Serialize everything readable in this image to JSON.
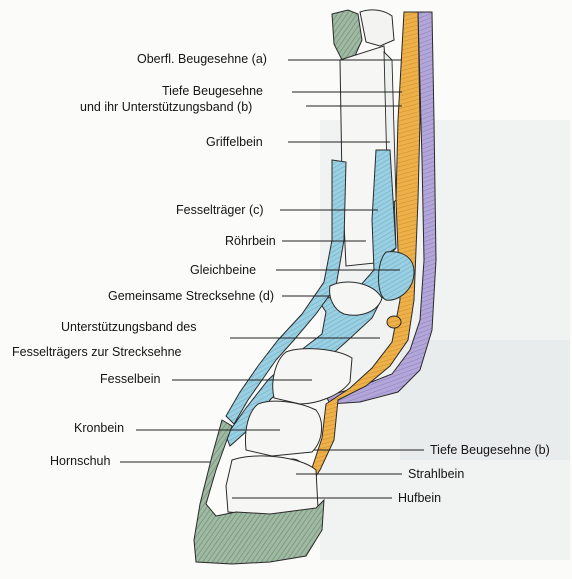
{
  "labels": {
    "oberfl_beugesehne": "Oberfl. Beugesehne (a)",
    "tiefe_beugesehne_line1": "Tiefe Beugesehne",
    "tiefe_beugesehne_line2": "und ihr Unterstützungsband (b)",
    "griffelbein": "Griffelbein",
    "fesseltraeger": "Fesselträger (c)",
    "roehrbein": "Röhrbein",
    "gleichbeine": "Gleichbeine",
    "gemeinsame_strecksehne": "Gemeinsame Strecksehne (d)",
    "unterstuetzungsband_line1": "Unterstützungsband des",
    "unterstuetzungsband_line2": "Fesselträgers zur Strecksehne",
    "fesselbein": "Fesselbein",
    "kronbein": "Kronbein",
    "hornschuh": "Hornschuh",
    "tiefe_beugesehne_b": "Tiefe Beugesehne (b)",
    "strahlbein": "Strahlbein",
    "hufbein": "Hufbein"
  },
  "colors": {
    "blue_ligament": "#8fc9dc",
    "orange_tendon": "#e9a53a",
    "purple_tendon": "#a99bd0",
    "green_hoof": "#86a58a",
    "outline": "#2a2a2a"
  }
}
